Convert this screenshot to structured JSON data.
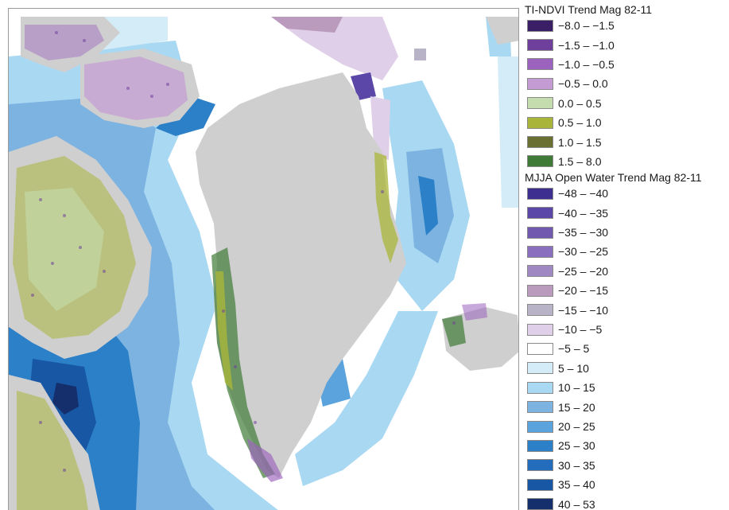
{
  "legend": {
    "ndvi": {
      "title": "TI-NDVI Trend Mag 82-11",
      "items": [
        {
          "label": "−8.0 – −1.5",
          "color": "#3b1f66"
        },
        {
          "label": "−1.5 – −1.0",
          "color": "#6f3f9c"
        },
        {
          "label": "−1.0 – −0.5",
          "color": "#9b63bd"
        },
        {
          "label": "−0.5 – 0.0",
          "color": "#c49bd3"
        },
        {
          "label": "0.0 – 0.5",
          "color": "#c4dcae"
        },
        {
          "label": "0.5 – 1.0",
          "color": "#a9b53a"
        },
        {
          "label": "1.0 – 1.5",
          "color": "#6a7032"
        },
        {
          "label": "1.5 – 8.0",
          "color": "#3f7a36"
        }
      ]
    },
    "water": {
      "title": "MJJA Open Water Trend Mag 82-11",
      "items": [
        {
          "label": "−48 – −40",
          "color": "#3d2f8f"
        },
        {
          "label": "−40 – −35",
          "color": "#5a47a8"
        },
        {
          "label": "−35 – −30",
          "color": "#7159b0"
        },
        {
          "label": "−30 – −25",
          "color": "#8a6fbe"
        },
        {
          "label": "−25 – −20",
          "color": "#a089c2"
        },
        {
          "label": "−20 – −15",
          "color": "#bb9bbd"
        },
        {
          "label": "−15 – −10",
          "color": "#b9b3c8"
        },
        {
          "label": "−10 – −5",
          "color": "#e0cfe8"
        },
        {
          "label": "−5 – 5",
          "color": "#ffffff"
        },
        {
          "label": "5 – 10",
          "color": "#d3ecf8"
        },
        {
          "label": "10 – 15",
          "color": "#a9d8f2"
        },
        {
          "label": "15 – 20",
          "color": "#7db3e0"
        },
        {
          "label": "20 – 25",
          "color": "#5aa3dc"
        },
        {
          "label": "25 – 30",
          "color": "#2b80c8"
        },
        {
          "label": "30 – 35",
          "color": "#246cbc"
        },
        {
          "label": "35 – 40",
          "color": "#1857a4"
        },
        {
          "label": "40 – 53",
          "color": "#142f6c"
        }
      ]
    }
  },
  "map": {
    "land_color": "#cfcfcf",
    "ocean_color": "#ffffff",
    "panel_border_color": "#9a9a9a"
  }
}
